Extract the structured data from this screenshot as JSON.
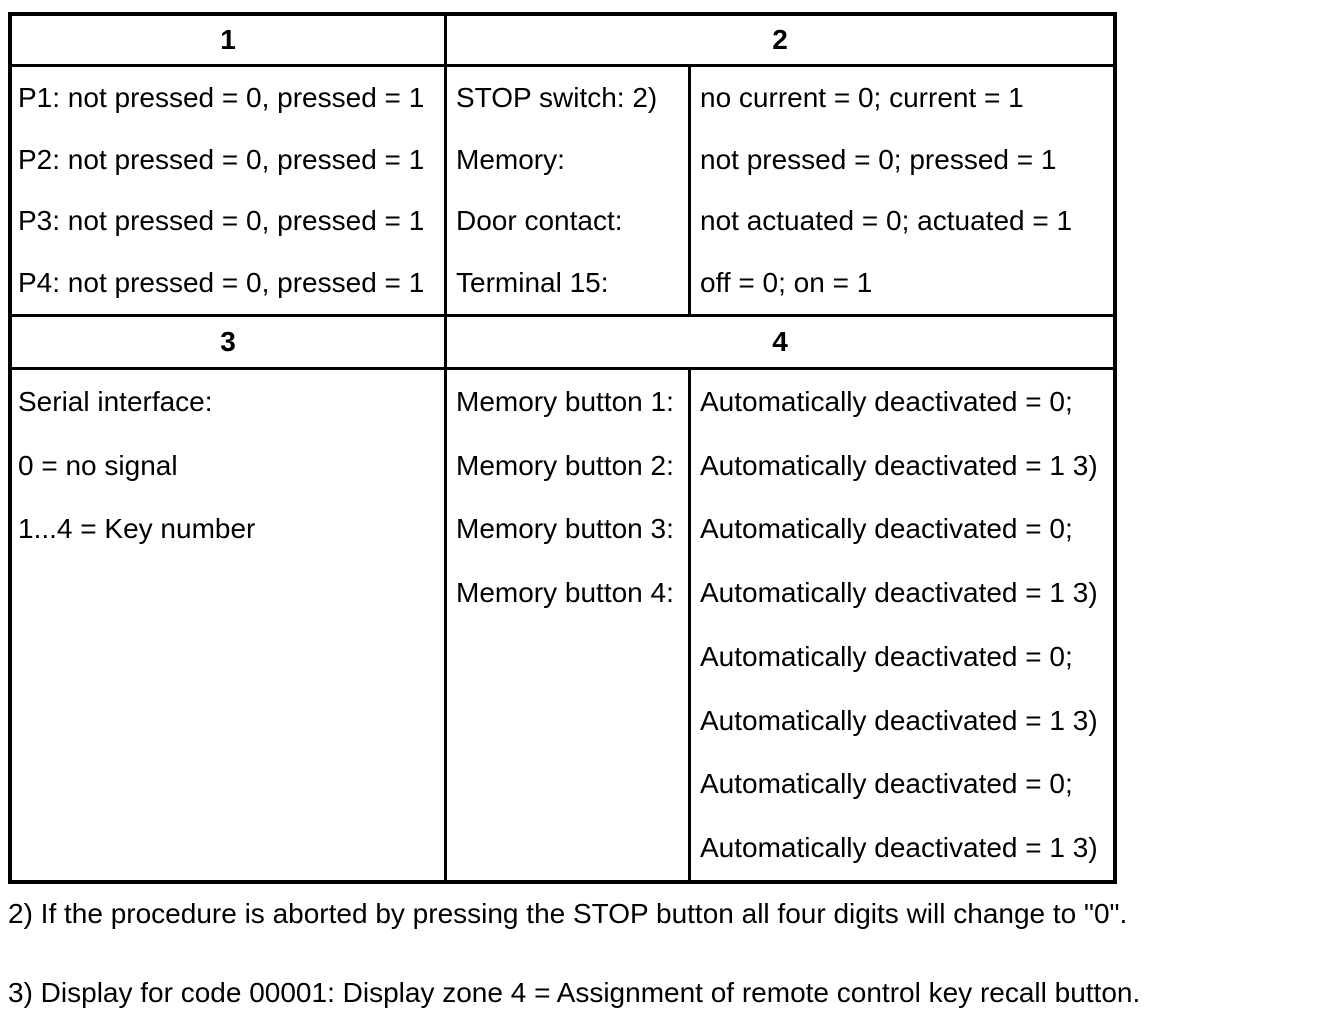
{
  "table": {
    "zone1": {
      "header": "1",
      "rows": [
        "P1: not pressed = 0, pressed = 1",
        "P2: not pressed = 0, pressed = 1",
        "P3: not pressed = 0, pressed = 1",
        "P4: not pressed = 0, pressed = 1"
      ]
    },
    "zone2": {
      "header": "2",
      "rows": [
        {
          "label": "STOP switch: 2)",
          "value": "no current = 0; current = 1"
        },
        {
          "label": "Memory:",
          "value": "not pressed = 0; pressed = 1"
        },
        {
          "label": "Door contact:",
          "value": "not actuated = 0; actuated = 1"
        },
        {
          "label": "Terminal 15:",
          "value": "off = 0; on = 1"
        }
      ]
    },
    "zone3": {
      "header": "3",
      "rows": [
        "Serial interface:",
        "0 = no signal",
        "1...4 = Key number"
      ]
    },
    "zone4": {
      "header": "4",
      "rows": [
        {
          "label": "Memory button 1:",
          "value": "Automatically deactivated = 0;"
        },
        {
          "label": "Memory button 2:",
          "value": "Automatically deactivated = 1 3)"
        },
        {
          "label": "Memory button 3:",
          "value": "Automatically deactivated = 0;"
        },
        {
          "label": "Memory button 4:",
          "value": "Automatically deactivated = 1 3)"
        },
        {
          "label": "",
          "value": "Automatically deactivated = 0;"
        },
        {
          "label": "",
          "value": "Automatically deactivated = 1 3)"
        },
        {
          "label": "",
          "value": "Automatically deactivated = 0;"
        },
        {
          "label": "",
          "value": "Automatically deactivated = 1 3)"
        }
      ]
    }
  },
  "footnotes": [
    "2) If the procedure is aborted by pressing the STOP button all four digits will change to \"0\".",
    "3) Display for code 00001: Display zone 4 = Assignment of remote control key recall button."
  ]
}
